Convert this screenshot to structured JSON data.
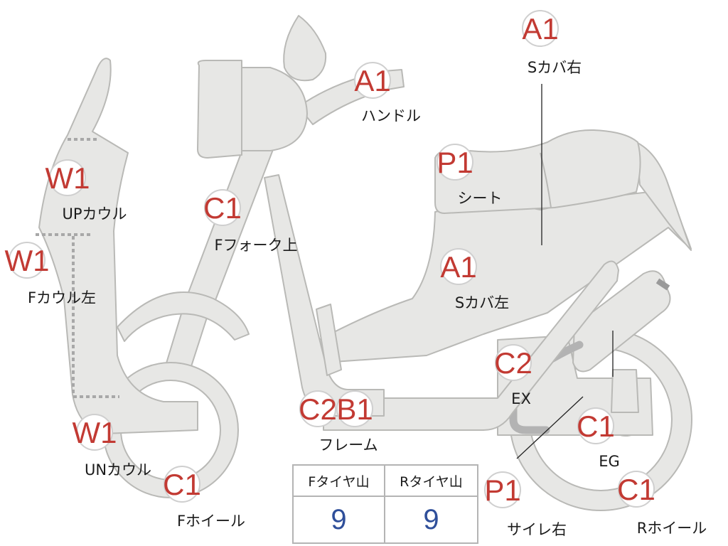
{
  "colors": {
    "body_fill": "#e7e7e5",
    "body_outline": "#b9b9b6",
    "code_text": "#c23a33",
    "table_value": "#2f4f9a"
  },
  "labels": {
    "handle": {
      "code": "A1",
      "name": "ハンドル"
    },
    "scover_right": {
      "code": "A1",
      "name": "Sカバ右"
    },
    "seat": {
      "code": "P1",
      "name": "シート"
    },
    "up_cowl": {
      "code": "W1",
      "name": "UPカウル"
    },
    "f_fork_upper": {
      "code": "C1",
      "name": "Fフォーク上"
    },
    "f_cowl_left": {
      "code": "W1",
      "name": "Fカウル左"
    },
    "scover_left": {
      "code": "A1",
      "name": "Sカバ左"
    },
    "ex": {
      "code": "C2",
      "name": "EX"
    },
    "frame": {
      "code_a": "C2",
      "code_b": "B1",
      "name": "フレーム"
    },
    "un_cowl": {
      "code": "W1",
      "name": "UNカウル"
    },
    "f_wheel": {
      "code": "C1",
      "name": "Fホイール"
    },
    "eg": {
      "code": "C1",
      "name": "EG"
    },
    "muffler_right": {
      "code": "P1",
      "name": "サイレ右"
    },
    "r_wheel": {
      "code": "C1",
      "name": "Rホイール"
    }
  },
  "tire_table": {
    "front_header": "Fタイヤ山",
    "rear_header": "Rタイヤ山",
    "front_value": "9",
    "rear_value": "9"
  }
}
